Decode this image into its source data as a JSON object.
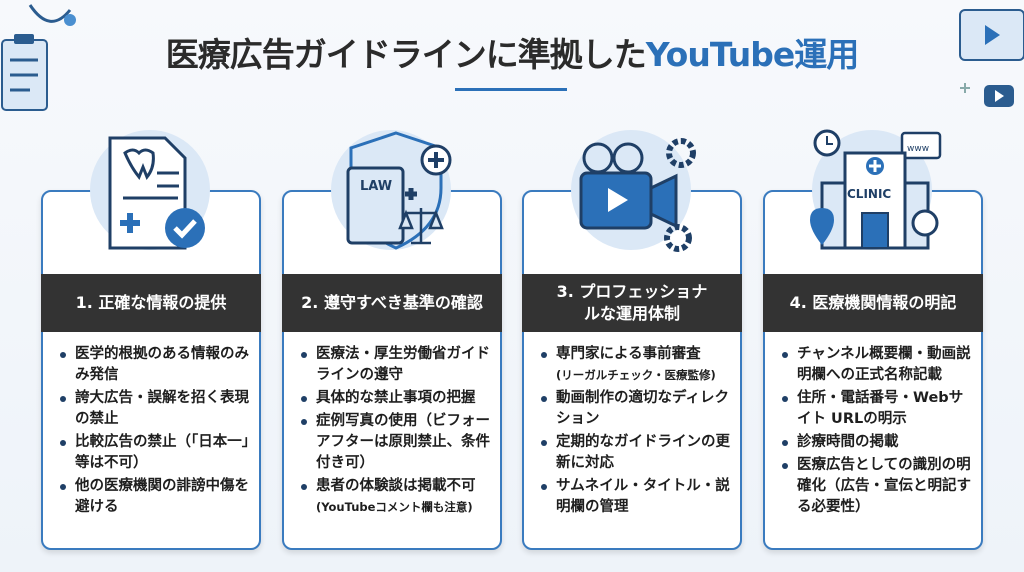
{
  "title": {
    "main": "医療広告ガイドラインに準拠した",
    "accent": "YouTube運用"
  },
  "colors": {
    "accent": "#2b70b8",
    "header_band": "#333333",
    "card_border": "#3a7bbf",
    "icon_circle": "#dbe8f6"
  },
  "cards": [
    {
      "icon": "document-tooth-check-icon",
      "heading": "1. 正確な情報の提供",
      "items": [
        {
          "text": "医学的根拠のある情報のみみ発信"
        },
        {
          "text": "誇大広告・誤解を招く表現の禁止"
        },
        {
          "text": "比較広告の禁止（「日本一」等は不可）"
        },
        {
          "text": "他の医療機関の誹謗中傷を避ける"
        }
      ]
    },
    {
      "icon": "law-book-shield-icon",
      "icon_label": "LAW",
      "heading": "2. 遵守すべき基準の確認",
      "items": [
        {
          "text": "医療法・厚生労働省ガイドラインの遵守"
        },
        {
          "text": "具体的な禁止事項の把握"
        },
        {
          "text": "症例写真の使用（ビフォーアフターは原則禁止、条件付き可）"
        },
        {
          "text": "患者の体験談は掲載不可",
          "sub": "(YouTubeコメント欄も注意)"
        }
      ]
    },
    {
      "icon": "video-camera-gears-icon",
      "heading": "3. プロフェッショナルな運用体制",
      "items": [
        {
          "text": "専門家による事前審査",
          "sub": "(リーガルチェック・医療監修)"
        },
        {
          "text": "動画制作の適切なディレクション"
        },
        {
          "text": "定期的なガイドラインの更新に対応"
        },
        {
          "text": "サムネイル・タイトル・説明欄の管理"
        }
      ]
    },
    {
      "icon": "clinic-building-icon",
      "icon_label": "CLINIC",
      "icon_label2": "www",
      "heading": "4. 医療機関情報の明記",
      "items": [
        {
          "text": "チャンネル概要欄・動画説明欄への正式名称記載"
        },
        {
          "text": "住所・電話番号・Webサイト URLの明示"
        },
        {
          "text": "診療時間の掲載"
        },
        {
          "text": "医療広告としての識別の明確化（広告・宣伝と明記する必要性）"
        }
      ]
    }
  ]
}
